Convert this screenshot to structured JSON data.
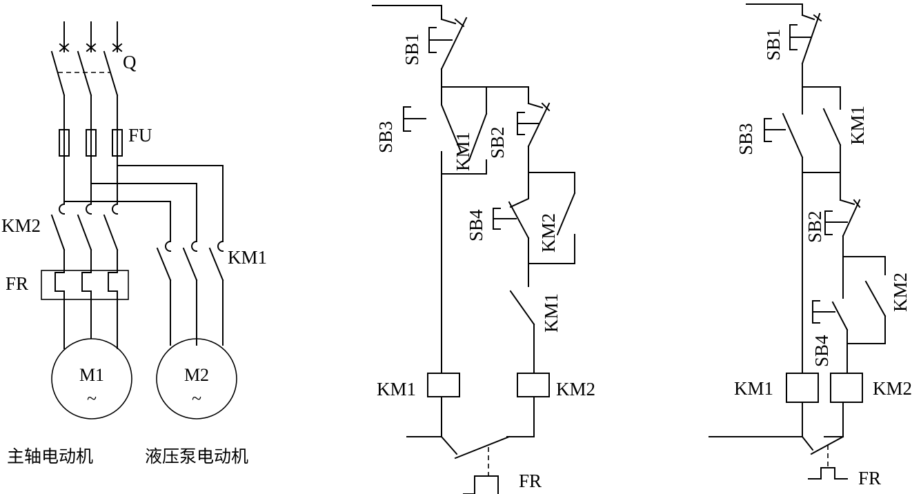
{
  "main_circuit": {
    "switch": "Q",
    "fuse": "FU",
    "contactor_a": "KM2",
    "contactor_b": "KM1",
    "overload": "FR",
    "motor1": {
      "name": "M1",
      "symbol": "~"
    },
    "motor2": {
      "name": "M2",
      "symbol": "~"
    },
    "caption_left": "主轴电动机",
    "caption_right": "液压泵电动机"
  },
  "control_a": {
    "sb1": "SB1",
    "sb3": "SB3",
    "km1_contact": "KM1",
    "sb2": "SB2",
    "sb4": "SB4",
    "km2_contact": "KM2",
    "km1_interlock": "KM1",
    "coil1": "KM1",
    "coil2": "KM2",
    "fr": "FR"
  },
  "control_b": {
    "sb1": "SB1",
    "sb3": "SB3",
    "km1_contact": "KM1",
    "sb2": "SB2",
    "km2_contact": "KM2",
    "sb4": "SB4",
    "coil1": "KM1",
    "coil2": "KM2",
    "fr": "FR"
  }
}
